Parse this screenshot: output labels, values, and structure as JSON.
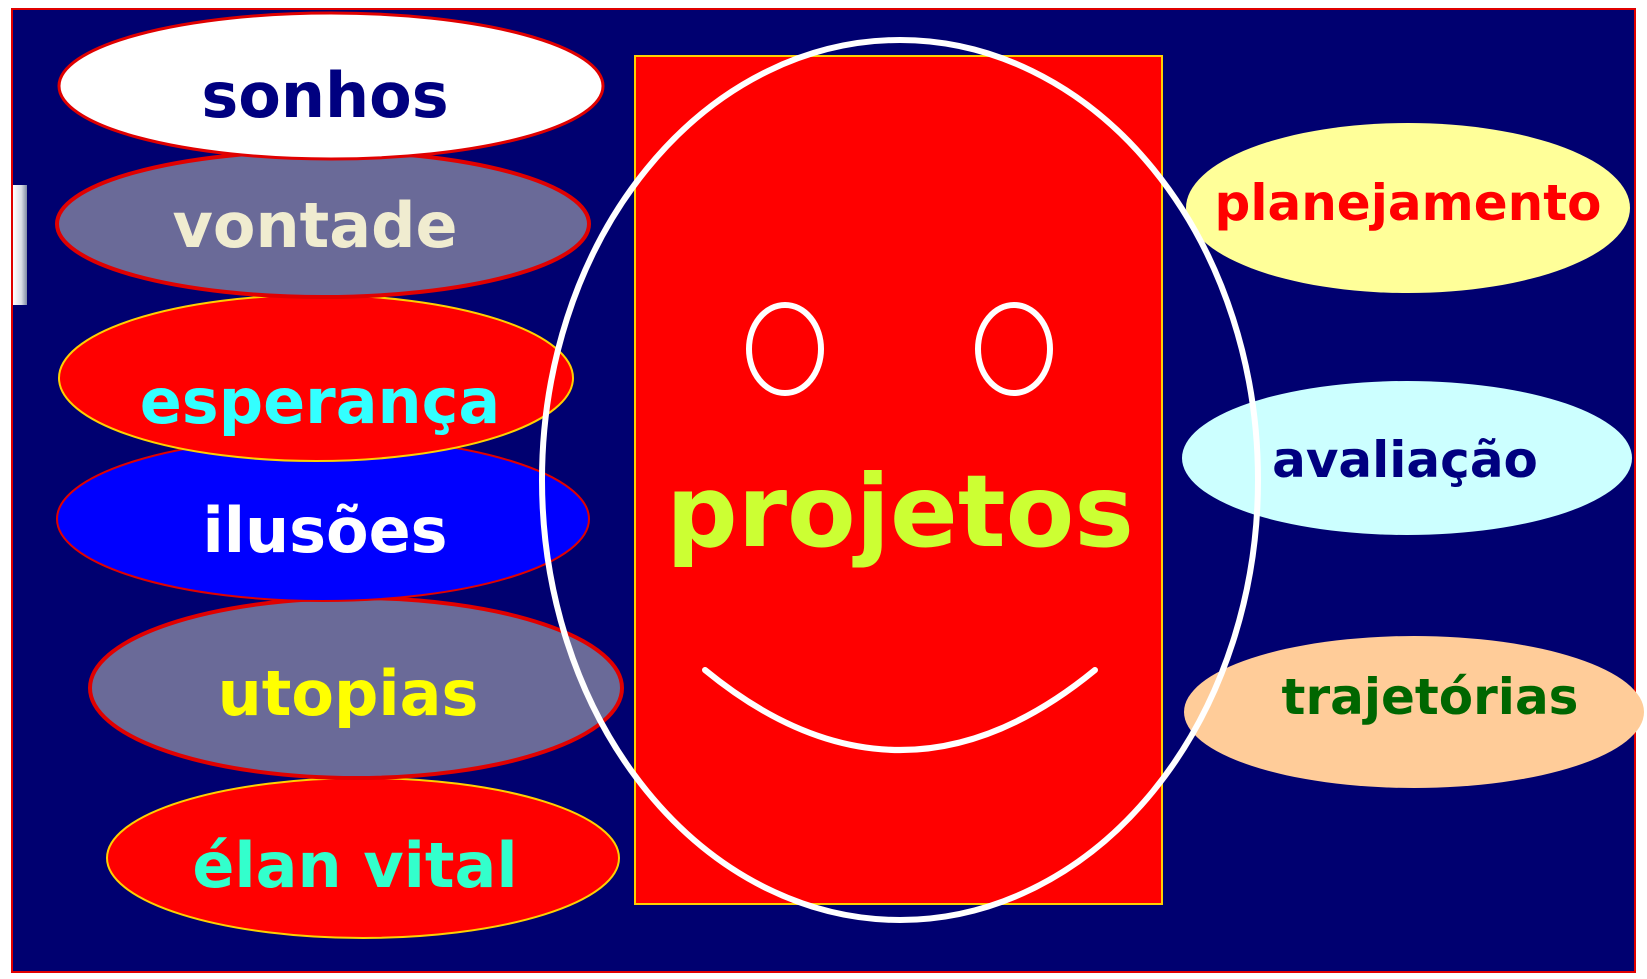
{
  "left_ovals": [
    {
      "label": "sonhos",
      "fill": "#ffffff",
      "stroke": "#e00000",
      "text_color": "#000080"
    },
    {
      "label": "vontade",
      "fill": "#6a6a98",
      "stroke": "#e00000",
      "text_color": "#f0ecd0"
    },
    {
      "label": "esperança",
      "fill": "#ff0000",
      "stroke": "#ffd000",
      "text_color": "#33ffff"
    },
    {
      "label": "ilusões",
      "fill": "#0000ff",
      "stroke": "#e00000",
      "text_color": "#ffffff"
    },
    {
      "label": "utopias",
      "fill": "#6a6a98",
      "stroke": "#e00000",
      "text_color": "#ffff00"
    },
    {
      "label": "élan vital",
      "fill": "#ff0000",
      "stroke": "#ffd000",
      "text_color": "#33ffcc"
    }
  ],
  "center": {
    "label": "projetos",
    "rect_fill": "#ff0000",
    "rect_stroke": "#ffd000",
    "face_color": "#ffffff",
    "text_color": "#ccff33"
  },
  "right_ovals": [
    {
      "label": "planejamento",
      "fill": "#ffff99",
      "text_color": "#ff0000"
    },
    {
      "label": "avaliação",
      "fill": "#ccffff",
      "text_color": "#000080"
    },
    {
      "label": "trajetórias",
      "fill": "#ffcc99",
      "text_color": "#006600"
    }
  ],
  "background": "#000070"
}
